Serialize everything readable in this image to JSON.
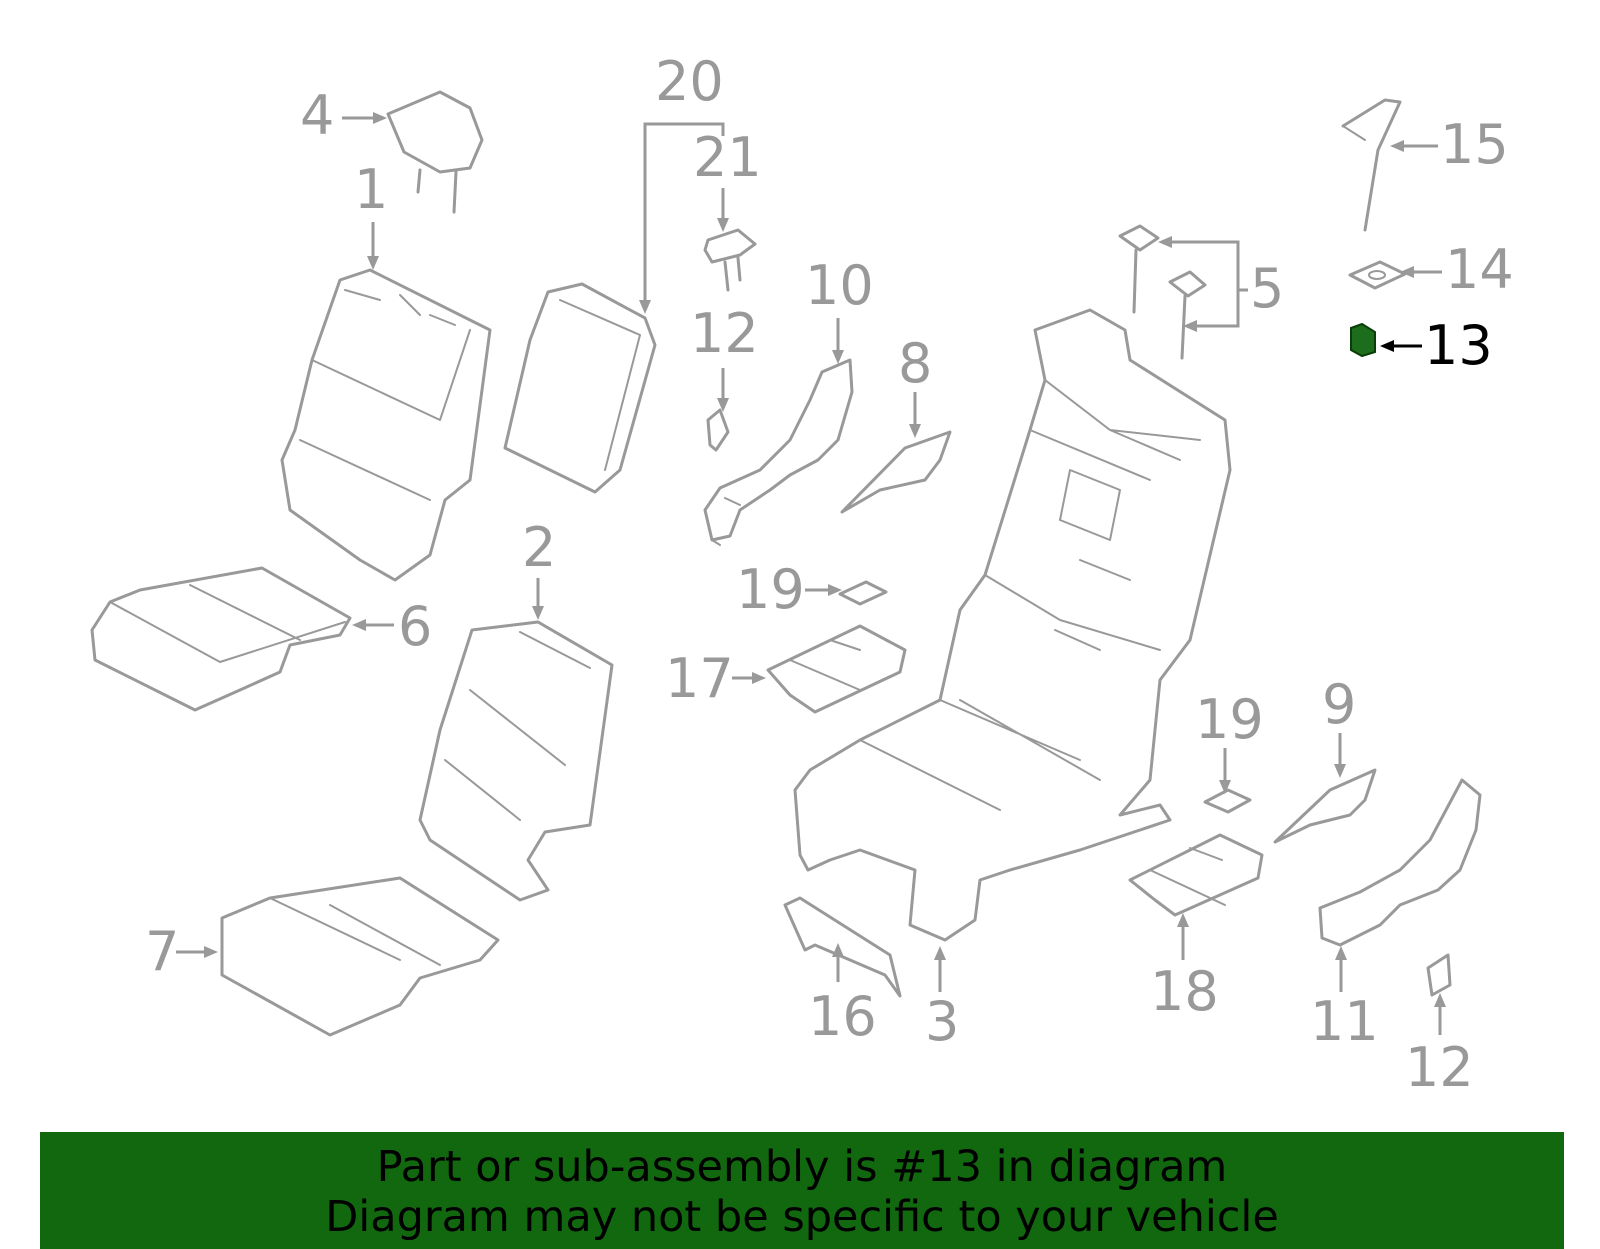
{
  "highlight": {
    "part": "13",
    "color": "#1c6e1c"
  },
  "labels": {
    "l1": "1",
    "l2": "2",
    "l3": "3",
    "l4": "4",
    "l5": "5",
    "l6": "6",
    "l7": "7",
    "l8": "8",
    "l9": "9",
    "l10": "10",
    "l11": "11",
    "l12a": "12",
    "l12b": "12",
    "l13": "13",
    "l14": "14",
    "l15": "15",
    "l16": "16",
    "l17": "17",
    "l18": "18",
    "l19a": "19",
    "l19b": "19",
    "l20": "20",
    "l21": "21"
  },
  "banner": {
    "line1": "Part or sub-assembly is #13 in diagram",
    "line2": "Diagram may not be specific to your vehicle",
    "color": "#12680f"
  }
}
